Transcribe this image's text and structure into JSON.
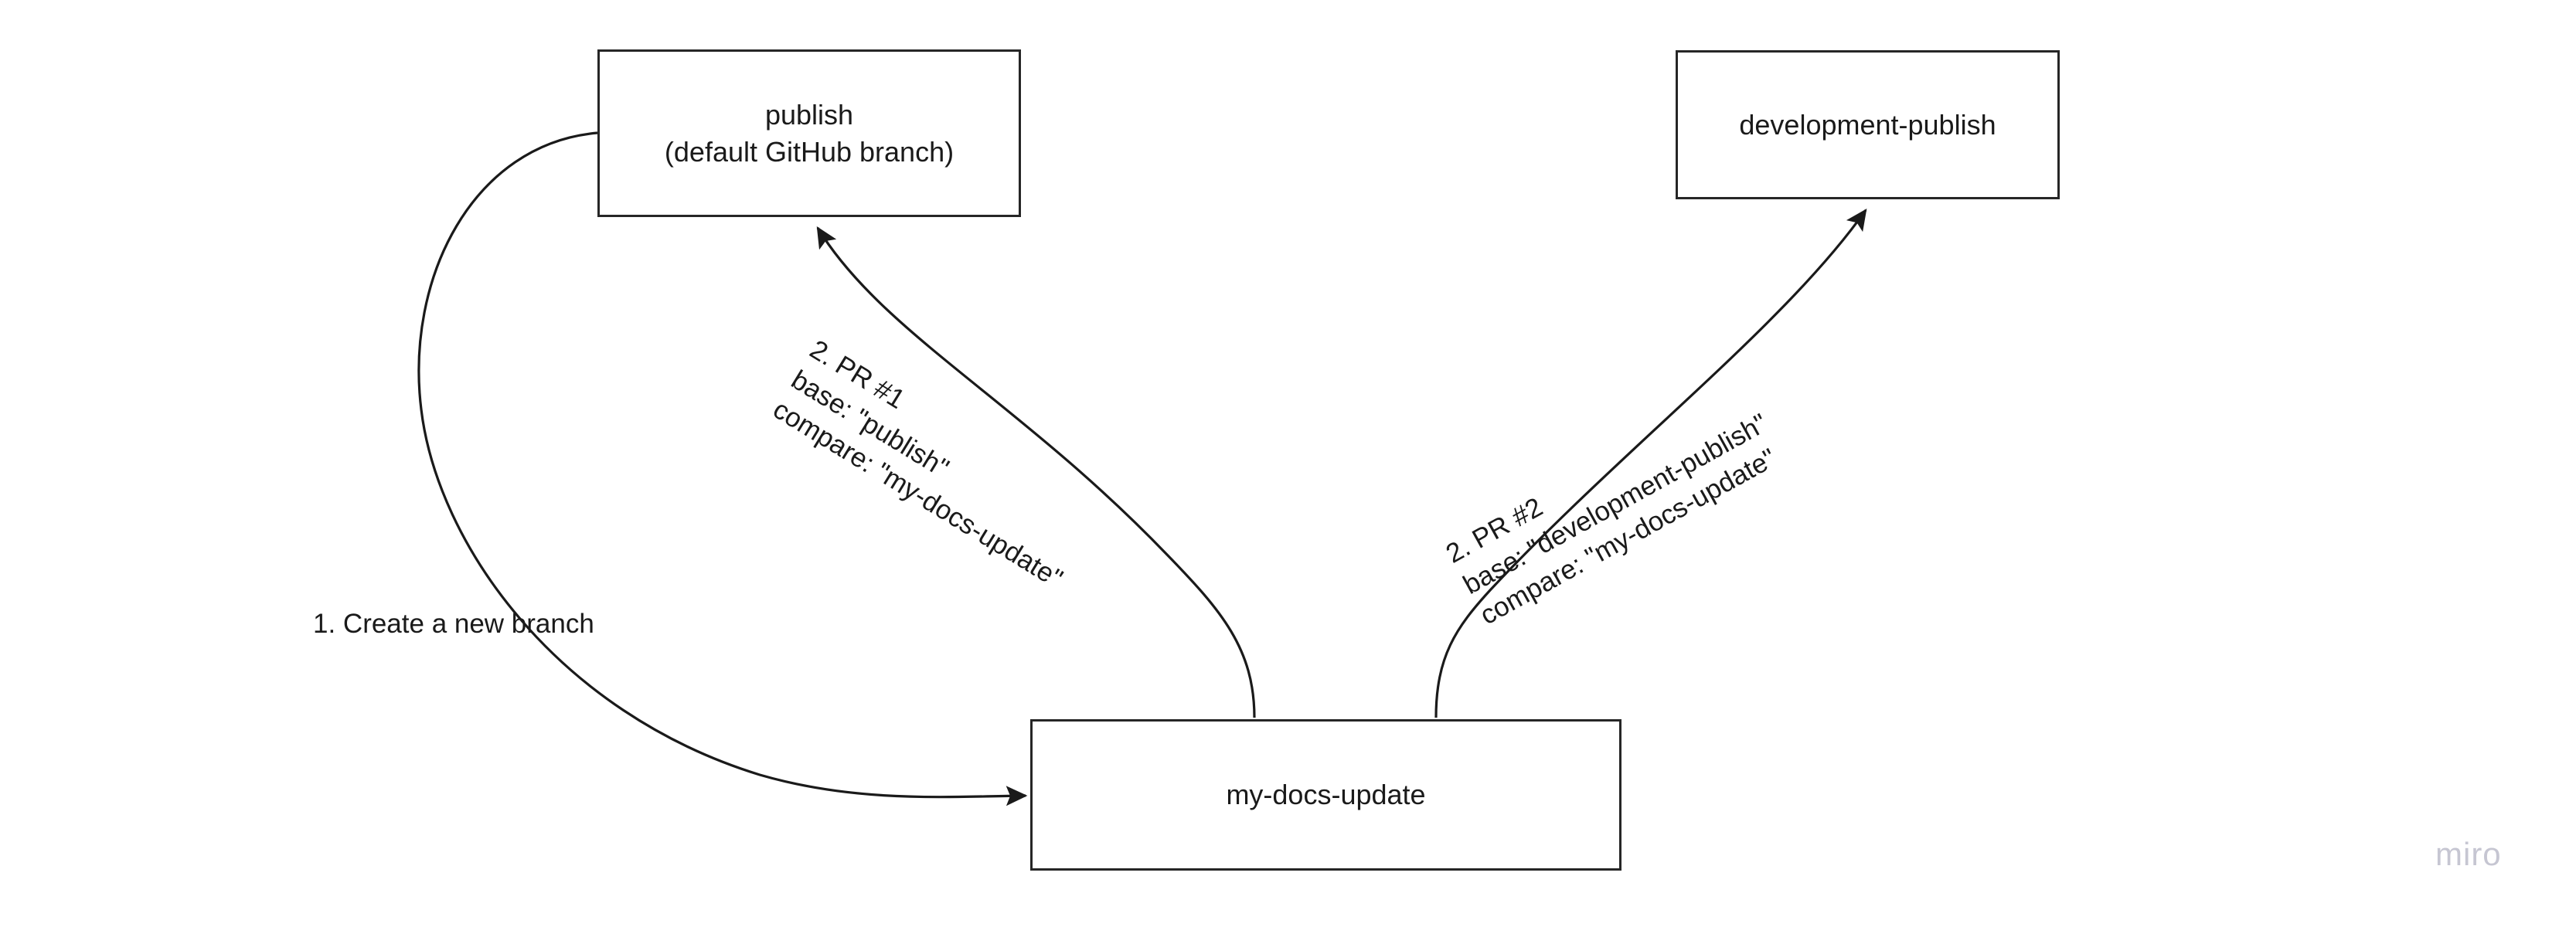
{
  "diagram": {
    "type": "flowchart",
    "background_color": "#ffffff",
    "stroke_color": "#262626",
    "text_color": "#1a1a1a",
    "nodes": [
      {
        "id": "publish",
        "label": "publish\n(default GitHub branch)",
        "shape": "rectangle"
      },
      {
        "id": "development-publish",
        "label": "development-publish",
        "shape": "rectangle"
      },
      {
        "id": "my-docs-update",
        "label": "my-docs-update",
        "shape": "rectangle"
      }
    ],
    "edges": [
      {
        "id": "create-branch",
        "from": "publish",
        "to": "my-docs-update",
        "label": "1. Create a new branch",
        "arrow": "end"
      },
      {
        "id": "pr1",
        "from": "my-docs-update",
        "to": "publish",
        "label": "2. PR #1\nbase: \"publish\"\ncompare: \"my-docs-update\"",
        "arrow": "end"
      },
      {
        "id": "pr2",
        "from": "my-docs-update",
        "to": "development-publish",
        "label": "2. PR #2\nbase: \"development-publish\"\ncompare: \"my-docs-update\"",
        "arrow": "end"
      }
    ]
  },
  "watermark": {
    "text": "miro",
    "color": "#c6c6d2"
  }
}
